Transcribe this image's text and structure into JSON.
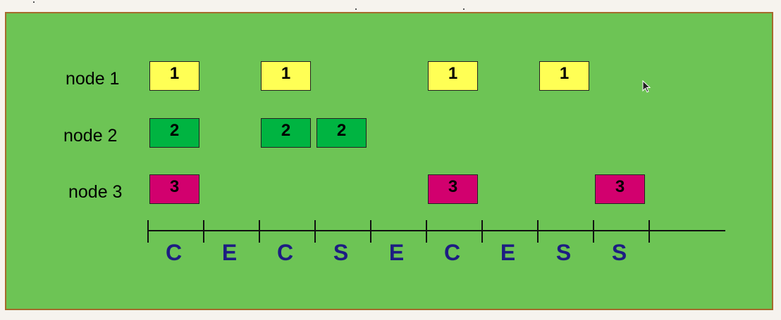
{
  "nodes": [
    {
      "label": "node 1",
      "color": "#ffff55"
    },
    {
      "label": "node 2",
      "color": "#00b441"
    },
    {
      "label": "node 3",
      "color": "#d2006e"
    }
  ],
  "phases": [
    "C",
    "E",
    "C",
    "S",
    "E",
    "C",
    "E",
    "S",
    "S"
  ],
  "schedule": [
    {
      "node": 0,
      "slot": 0,
      "text": "1"
    },
    {
      "node": 0,
      "slot": 2,
      "text": "1"
    },
    {
      "node": 0,
      "slot": 5,
      "text": "1"
    },
    {
      "node": 0,
      "slot": 7,
      "text": "1"
    },
    {
      "node": 1,
      "slot": 0,
      "text": "2"
    },
    {
      "node": 1,
      "slot": 2,
      "text": "2"
    },
    {
      "node": 1,
      "slot": 3,
      "text": "2"
    },
    {
      "node": 2,
      "slot": 0,
      "text": "3"
    },
    {
      "node": 2,
      "slot": 5,
      "text": "3"
    },
    {
      "node": 2,
      "slot": 8,
      "text": "3"
    }
  ],
  "colors": {
    "background": "#6dc455",
    "border": "#a46a2c",
    "phase_text": "#1d1d82"
  },
  "icons": {
    "cursor": "mouse-pointer-icon"
  }
}
